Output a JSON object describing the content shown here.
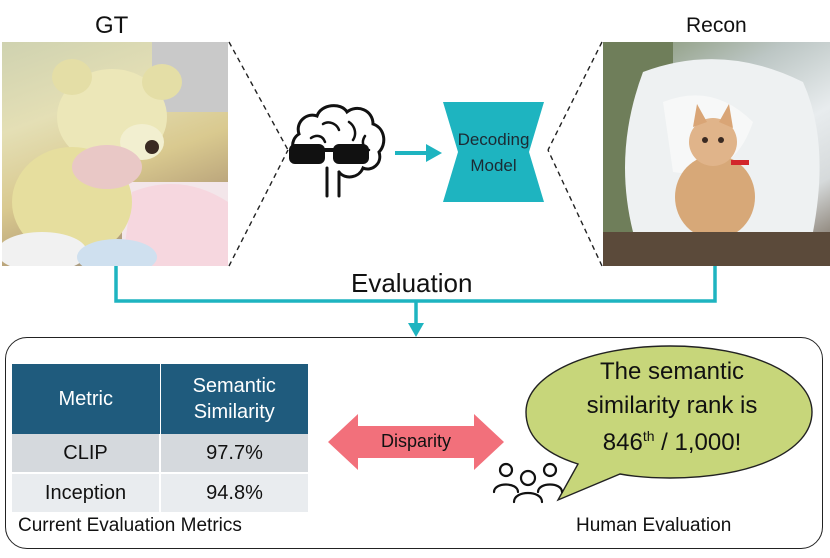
{
  "labels": {
    "gt": "GT",
    "recon": "Recon",
    "decoder_line1": "Decoding",
    "decoder_line2": "Model",
    "evaluation": "Evaluation",
    "disparity": "Disparity",
    "current_metrics": "Current Evaluation Metrics",
    "human_eval": "Human Evaluation"
  },
  "table": {
    "headers": [
      "Metric",
      "Semantic",
      "Similarity"
    ],
    "rows": [
      {
        "metric": "CLIP",
        "value": "97.7%"
      },
      {
        "metric": "Inception",
        "value": "94.8%"
      }
    ]
  },
  "speech": {
    "line1": "The semantic",
    "line2": "similarity rank is",
    "rank": "846",
    "sup": "th",
    "rest": " / 1,000!"
  },
  "colors": {
    "teal": "#1eb4c0",
    "table_header": "#1f5b7d",
    "bubble": "#c7d67a",
    "arrow": "#f2707b"
  },
  "icons": {
    "brain": "brain-with-glasses-icon",
    "people": "people-group-icon"
  }
}
